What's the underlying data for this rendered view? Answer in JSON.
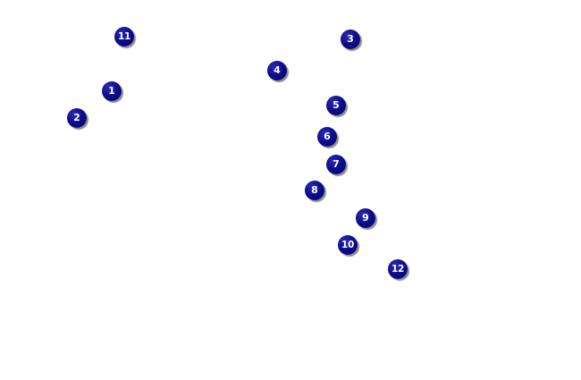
{
  "markers": [
    {
      "id": "1",
      "label": "1"
    },
    {
      "id": "2",
      "label": "2"
    },
    {
      "id": "3",
      "label": "3"
    },
    {
      "id": "4",
      "label": "4"
    },
    {
      "id": "5",
      "label": "5"
    },
    {
      "id": "6",
      "label": "6"
    },
    {
      "id": "7",
      "label": "7"
    },
    {
      "id": "8",
      "label": "8"
    },
    {
      "id": "9",
      "label": "9"
    },
    {
      "id": "10",
      "label": "10"
    },
    {
      "id": "11",
      "label": "11"
    },
    {
      "id": "12",
      "label": "12"
    }
  ],
  "colors": {
    "marker_fill": "#000080",
    "marker_text": "#ffffff",
    "background": "#ffffff"
  }
}
